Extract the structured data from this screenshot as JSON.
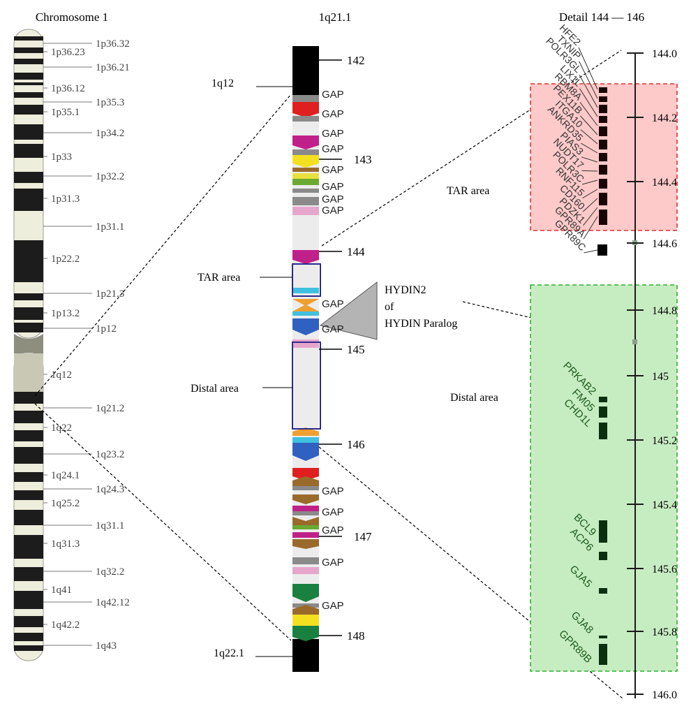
{
  "headers": {
    "chromosome": "Chromosome 1",
    "region": "1q21.1",
    "detail": "Detail 144 — 146"
  },
  "chromosome1": {
    "bands_p": [
      {
        "label": "1p36.32"
      },
      {
        "label": "1p36.23"
      },
      {
        "label": "1p36.21"
      },
      {
        "label": "1p36.12"
      },
      {
        "label": "1p35.3"
      },
      {
        "label": "1p35.1"
      },
      {
        "label": "1p34.2"
      },
      {
        "label": "1p33"
      },
      {
        "label": "1p32.2"
      },
      {
        "label": "1p31.3"
      },
      {
        "label": "1p31.1"
      },
      {
        "label": "1p22.2"
      },
      {
        "label": "1p21.3"
      },
      {
        "label": "1p13.2"
      },
      {
        "label": "1p12"
      }
    ],
    "bands_q": [
      {
        "label": "1q12"
      },
      {
        "label": "1q21.2"
      },
      {
        "label": "1q22"
      },
      {
        "label": "1q23.2"
      },
      {
        "label": "1q24.1"
      },
      {
        "label": "1q24.3"
      },
      {
        "label": "1q25.2"
      },
      {
        "label": "1q31.1"
      },
      {
        "label": "1q31.3"
      },
      {
        "label": "1q32.2"
      },
      {
        "label": "1q41"
      },
      {
        "label": "1q42.12"
      },
      {
        "label": "1q42.2"
      },
      {
        "label": "1q43"
      }
    ]
  },
  "region": {
    "band_top": "1q12",
    "band_bottom": "1q22.1",
    "position_ticks": [
      "142",
      "143",
      "144",
      "145",
      "146",
      "147",
      "148"
    ],
    "gap_label": "GAP",
    "tar_label": "TAR  area",
    "distal_label": "Distal area",
    "hydin_label": [
      "HYDIN2",
      "of",
      "HYDIN Paralog"
    ]
  },
  "detail": {
    "axis_ticks": [
      "144.0",
      "144.2",
      "144.4",
      "144.6",
      "144.8",
      "145",
      "145.2",
      "145.4",
      "145.6",
      "145.8",
      "146.0"
    ],
    "tar_label": "TAR  area",
    "distal_label": "Distal area",
    "tar_genes": [
      "HFE2",
      "TXNIP",
      "POLR3GL",
      "LIX1L",
      "RBM8A",
      "PEX11B",
      "ITGA10",
      "ANKRD35",
      "PIAS3",
      "NUDT17",
      "POLR3C",
      "RNF115",
      "CD160",
      "PDZK1",
      "GPR89A",
      "GPR89C"
    ],
    "distal_genes": [
      {
        "label": "PRKAB2"
      },
      {
        "label": "FM05"
      },
      {
        "label": "CHD1L"
      },
      {
        "label": "BCL9"
      },
      {
        "label": "ACP6"
      },
      {
        "label": "GJA5"
      },
      {
        "label": "GJA8"
      },
      {
        "label": "GPR89B"
      }
    ],
    "colors": {
      "tar_fill": "#fdc9c9",
      "tar_border": "#e03030",
      "distal_fill": "#c6edc1",
      "distal_border": "#2fae2f",
      "tar_text": "#333333",
      "distal_text": "#1e5a1e"
    }
  }
}
